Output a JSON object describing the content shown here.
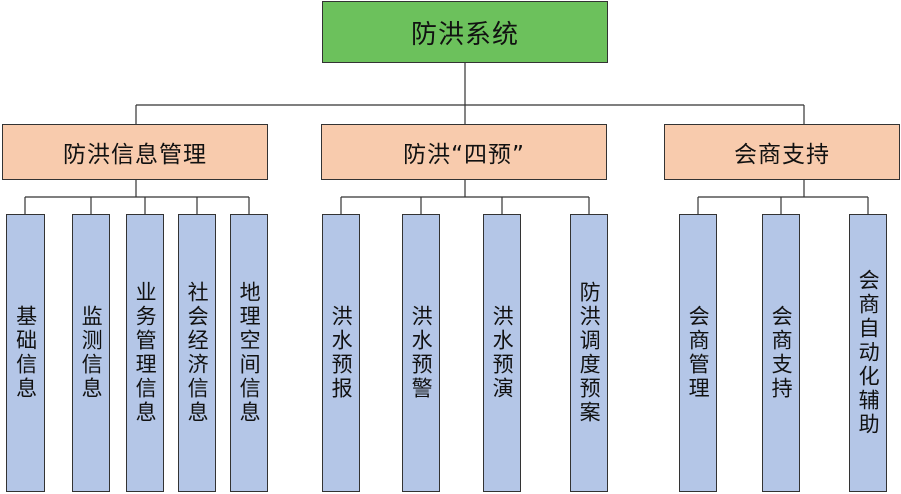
{
  "diagram": {
    "root": "防洪系统",
    "categories": [
      {
        "label": "防洪信息管理",
        "children": [
          "基础信息",
          "监测信息",
          "业务管理信息",
          "社会经济信息",
          "地理空间信息"
        ]
      },
      {
        "label": "防洪“四预”",
        "children": [
          "洪水预报",
          "洪水预警",
          "洪水预演",
          "防洪调度预案"
        ]
      },
      {
        "label": "会商支持",
        "children": [
          "会商管理",
          "会商支持",
          "会商自动化辅助"
        ]
      }
    ],
    "colors": {
      "root": "#6cc15c",
      "category": "#f8cbad",
      "leaf": "#b4c6e7",
      "line": "#333333"
    }
  }
}
